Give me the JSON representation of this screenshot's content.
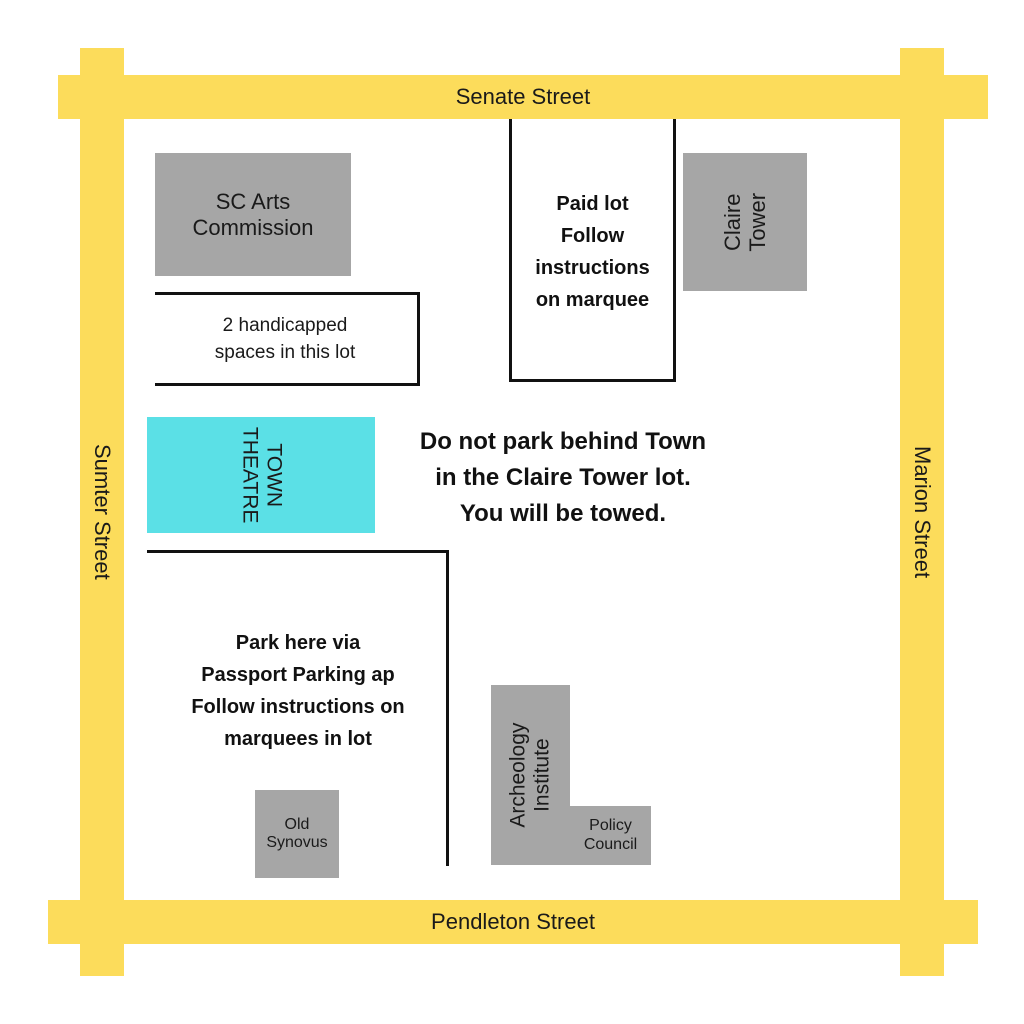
{
  "colors": {
    "street": "#fcdc5b",
    "building": "#a6a6a6",
    "theatre": "#5be0e6",
    "lot_line": "#111111",
    "background": "#ffffff"
  },
  "streets": {
    "north": "Senate Street",
    "south": "Pendleton Street",
    "west": "Sumter  Street",
    "east": "Marion Street"
  },
  "buildings": {
    "arts_commission": "SC Arts\nCommission",
    "claire_tower": "Claire\nTower",
    "town_theatre": "TOWN\nTHEATRE",
    "old_synovus": "Old\nSynovus",
    "archeology_institute": "Archeology\nInstitute",
    "policy_council": "Policy\nCouncil"
  },
  "lots": {
    "handicapped": "2 handicapped\nspaces in this lot",
    "paid": "Paid lot\nFollow\ninstructions\non marquee",
    "passport": "Park here via\nPassport Parking ap\nFollow instructions on\nmarquees in lot"
  },
  "warning": "Do not park behind Town\nin the Claire Tower lot.\nYou will be towed."
}
